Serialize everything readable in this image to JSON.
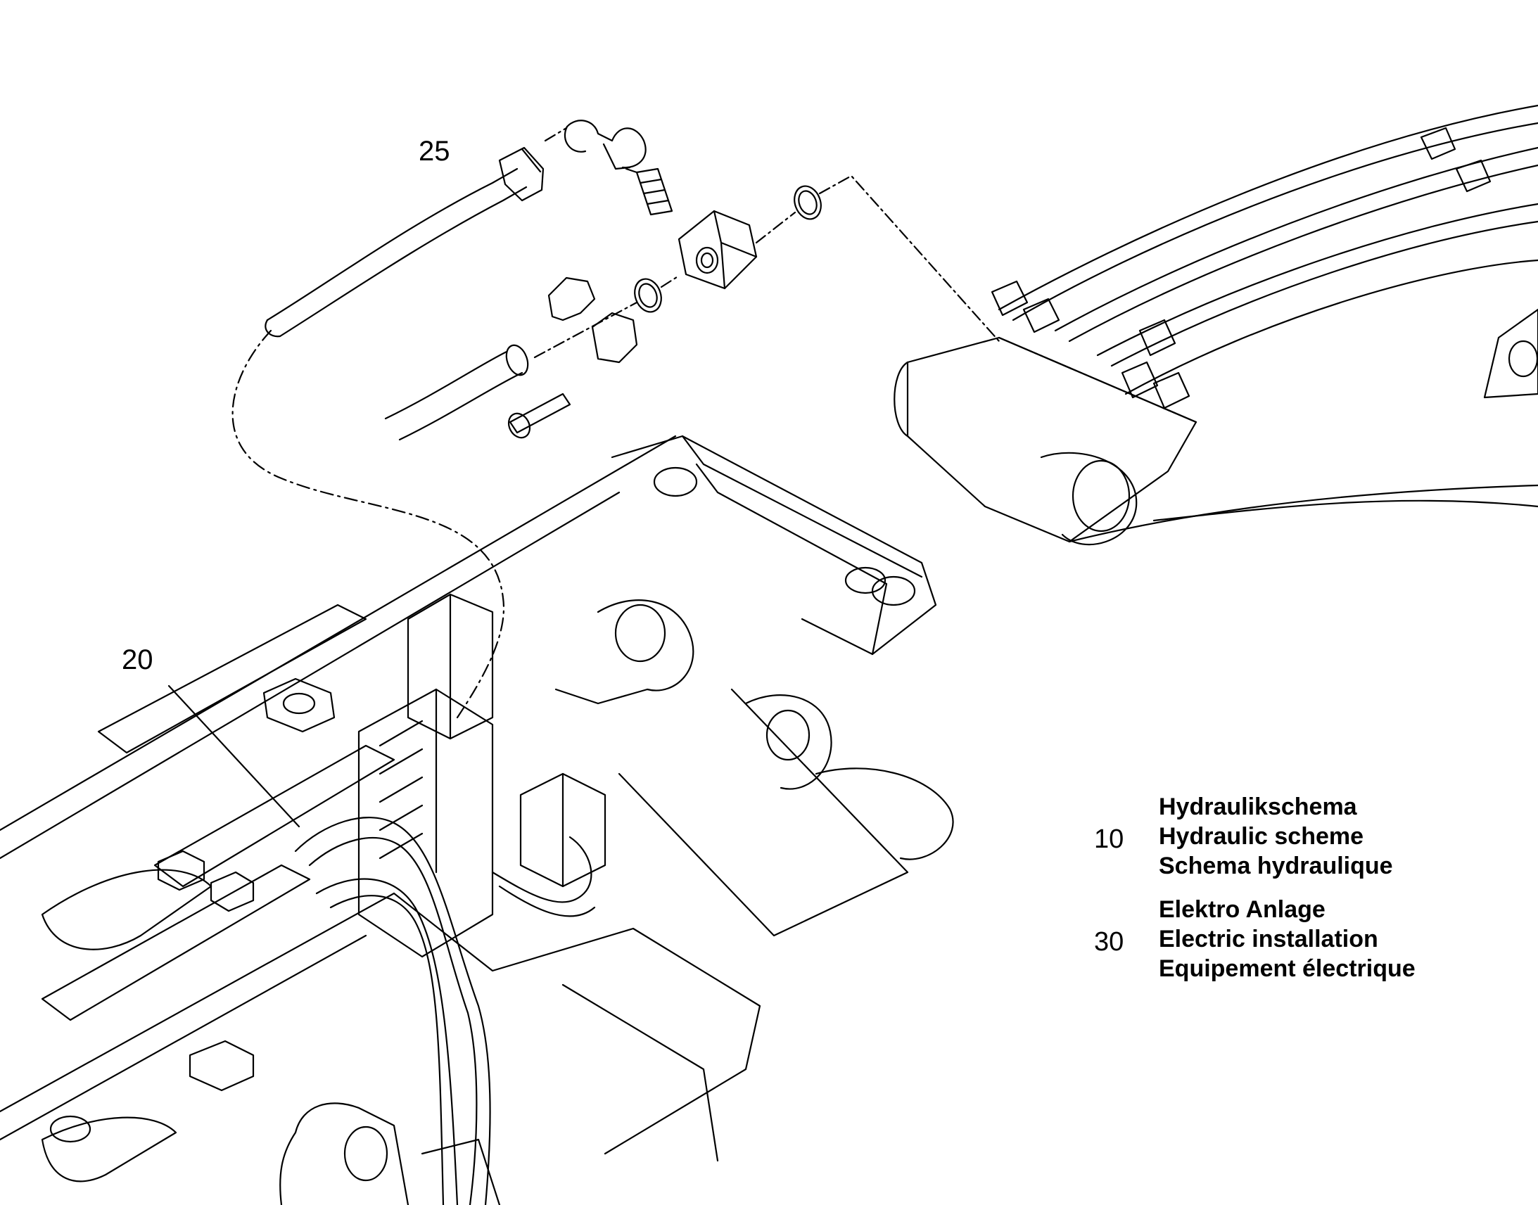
{
  "callouts": {
    "c25": "25",
    "c20": "20"
  },
  "legend": [
    {
      "number": "10",
      "lines": [
        "Hydraulikschema",
        "Hydraulic scheme",
        "Schema hydraulique"
      ]
    },
    {
      "number": "30",
      "lines": [
        "Elektro Anlage",
        "Electric installation",
        "Equipement électrique"
      ]
    }
  ]
}
